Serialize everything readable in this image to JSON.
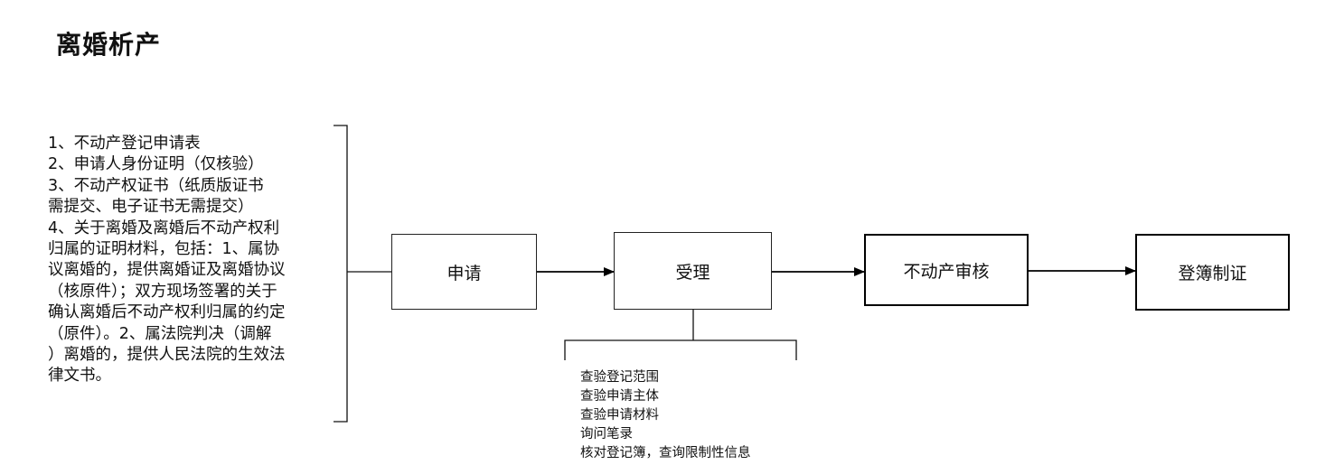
{
  "title": "离婚析产",
  "materials": [
    "1、不动产登记申请表",
    "2、申请人身份证明（仅核验）",
    "3、不动产权证书（纸质版证书",
    "需提交、电子证书无需提交）",
    "4、关于离婚及离婚后不动产权利",
    "归属的证明材料，包括：1、属协",
    "议离婚的，提供离婚证及离婚协议",
    "（核原件）；双方现场签署的关于",
    "确认离婚后不动产权利归属的约定",
    "（原件）。2、属法院判决（调解",
    "）离婚的，提供人民法院的生效法",
    "律文书。"
  ],
  "steps": {
    "apply": "申请",
    "accept": "受理",
    "review": "不动产审核",
    "register": "登簿制证"
  },
  "checks": [
    "查验登记范围",
    "查验申请主体",
    "查验申请材料",
    "询问笔录",
    "核对登记簿，查询限制性信息"
  ]
}
